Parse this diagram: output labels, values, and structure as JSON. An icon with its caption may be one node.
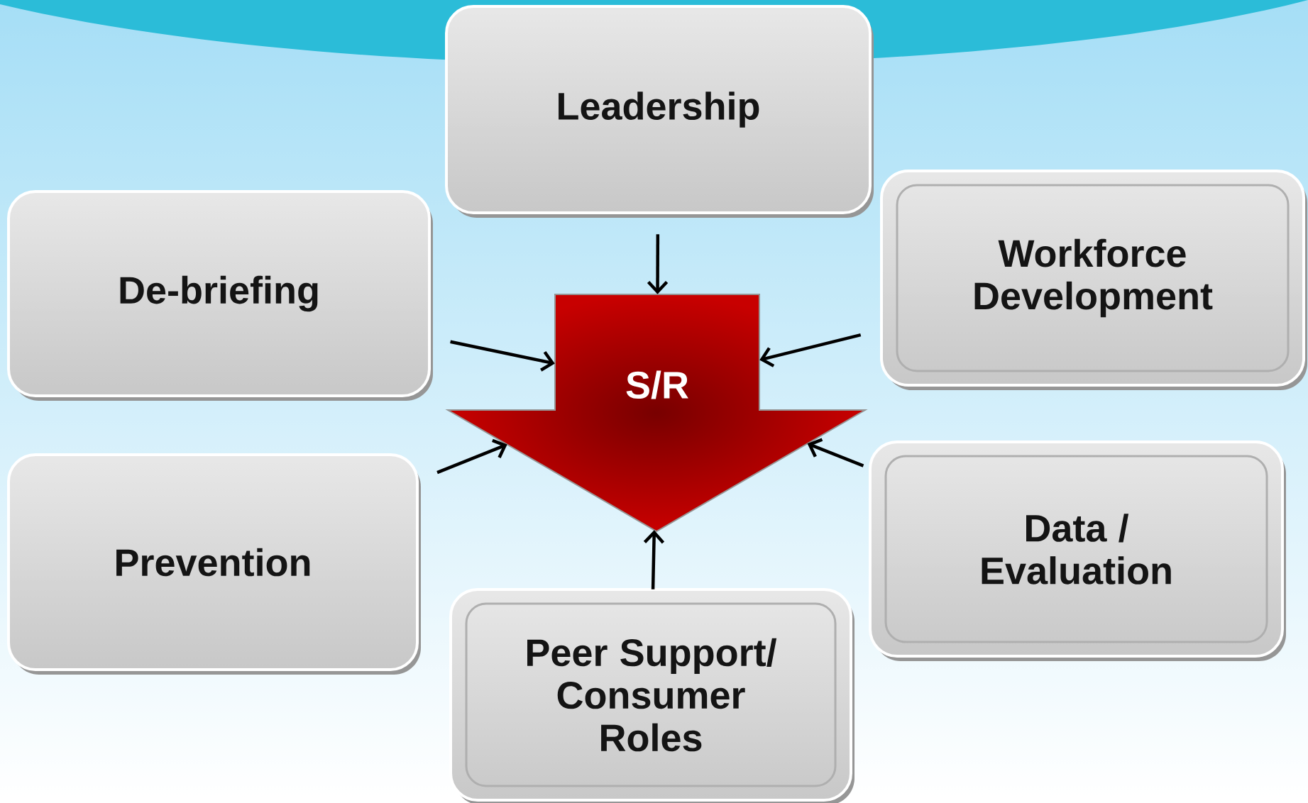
{
  "diagram": {
    "nodes": [
      {
        "text": [
          "Leadership"
        ]
      },
      {
        "text": [
          "De-briefing"
        ]
      },
      {
        "text": [
          "Workforce Development"
        ]
      },
      {
        "text": [
          "S/R"
        ]
      },
      {
        "text": [
          "Prevention"
        ]
      },
      {
        "text": [
          "Data / Evaluation"
        ]
      },
      {
        "text": [
          "Peer Support/ Consumer Roles"
        ]
      }
    ],
    "edges": [
      {
        "from": 0,
        "to": 3,
        "arrow": "to"
      },
      {
        "from": 1,
        "to": 3,
        "arrow": "to"
      },
      {
        "from": 2,
        "to": 3,
        "arrow": "to"
      },
      {
        "from": 4,
        "to": 3,
        "arrow": "to"
      },
      {
        "from": 5,
        "to": 3,
        "arrow": "to"
      },
      {
        "from": 6,
        "to": 3,
        "arrow": "to"
      }
    ]
  }
}
